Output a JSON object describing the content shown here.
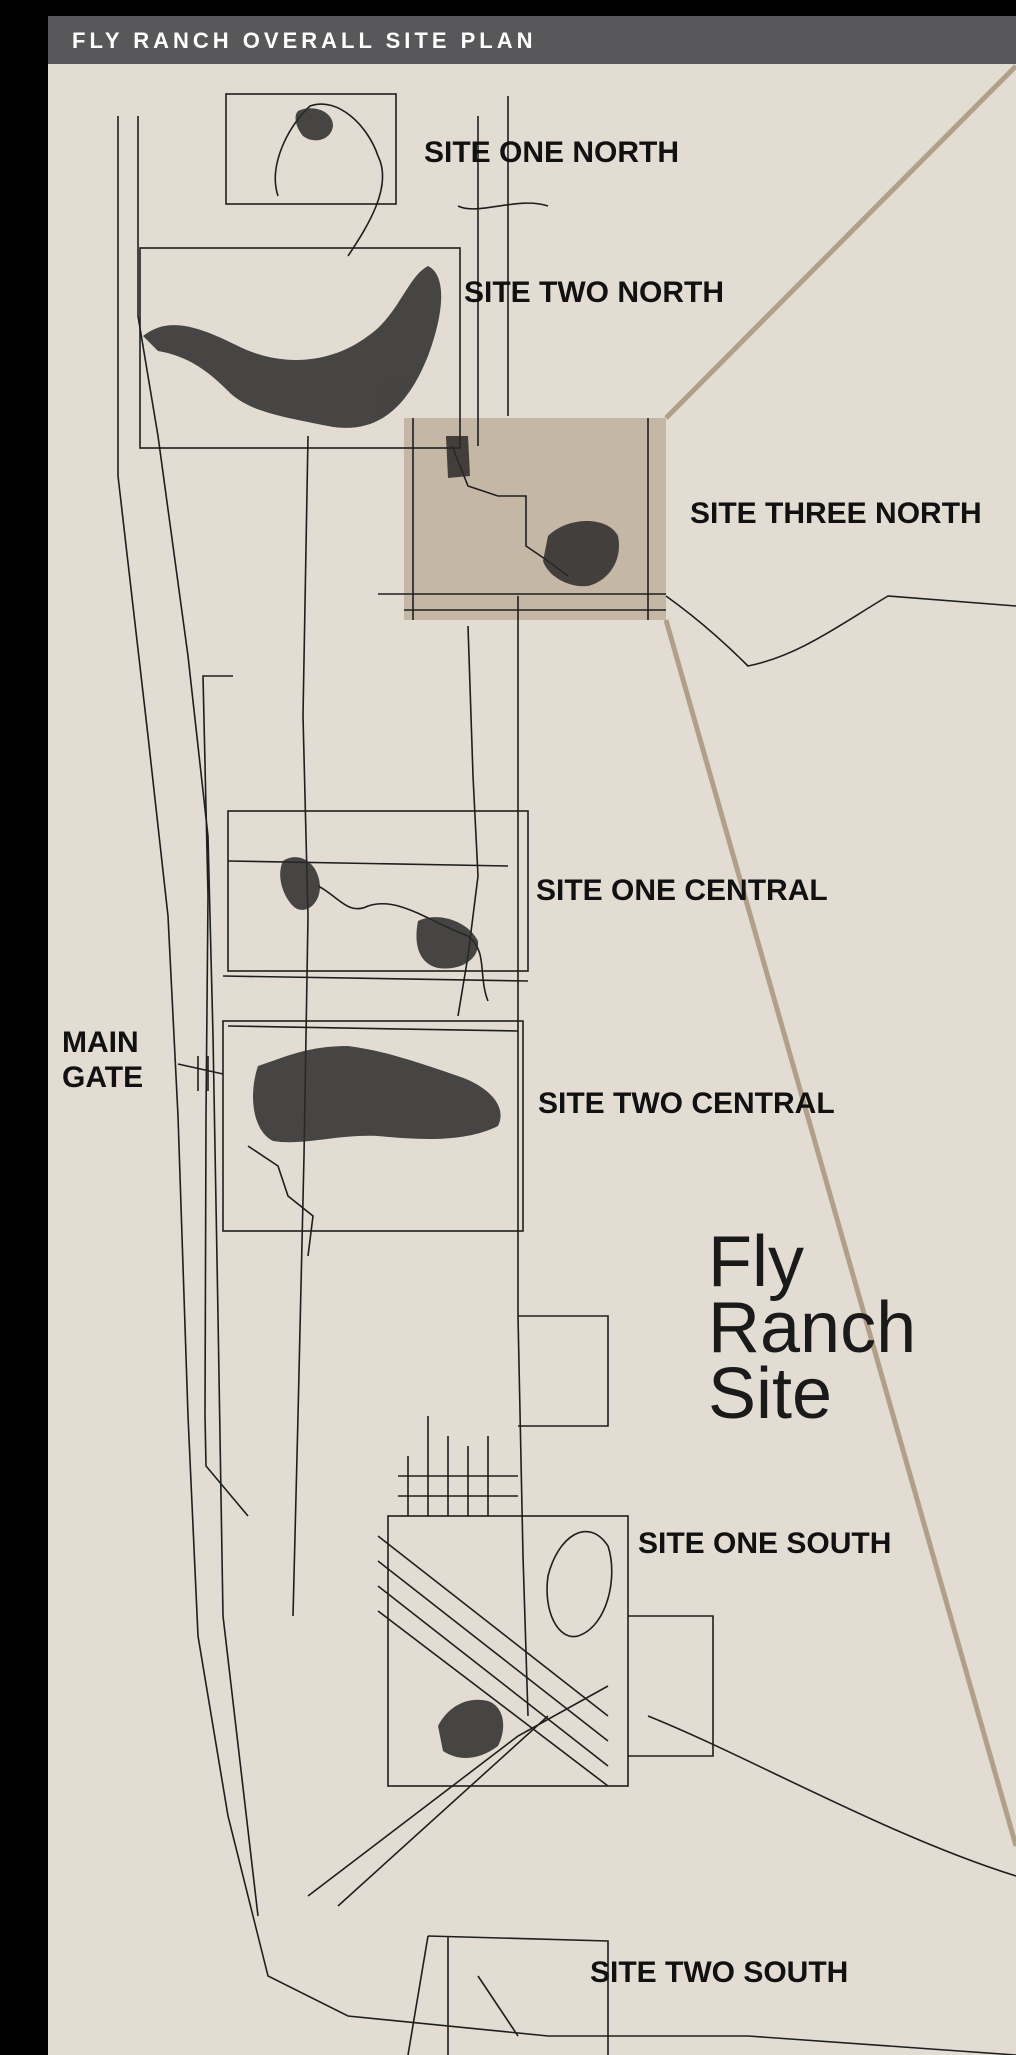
{
  "header": {
    "title": "FLY RANCH OVERALL SITE PLAN"
  },
  "map": {
    "title_lines": [
      "Fly",
      "Ranch",
      "Site"
    ],
    "labels": {
      "site_one_north": "SITE ONE NORTH",
      "site_two_north": "SITE TWO NORTH",
      "site_three_north": "SITE THREE NORTH",
      "site_one_central": "SITE ONE CENTRAL",
      "site_two_central": "SITE TWO CENTRAL",
      "site_one_south": "SITE ONE SOUTH",
      "site_two_south": "SITE TWO SOUTH",
      "main_gate_line1": "MAIN",
      "main_gate_line2": "GATE"
    },
    "highlighted_site": "SITE THREE NORTH",
    "colors": {
      "background": "#e3dcd2",
      "header": "#58585a",
      "highlight": "#c1b3a1",
      "callout_line": "#b0a08a",
      "ink": "#1e1e1e"
    }
  }
}
